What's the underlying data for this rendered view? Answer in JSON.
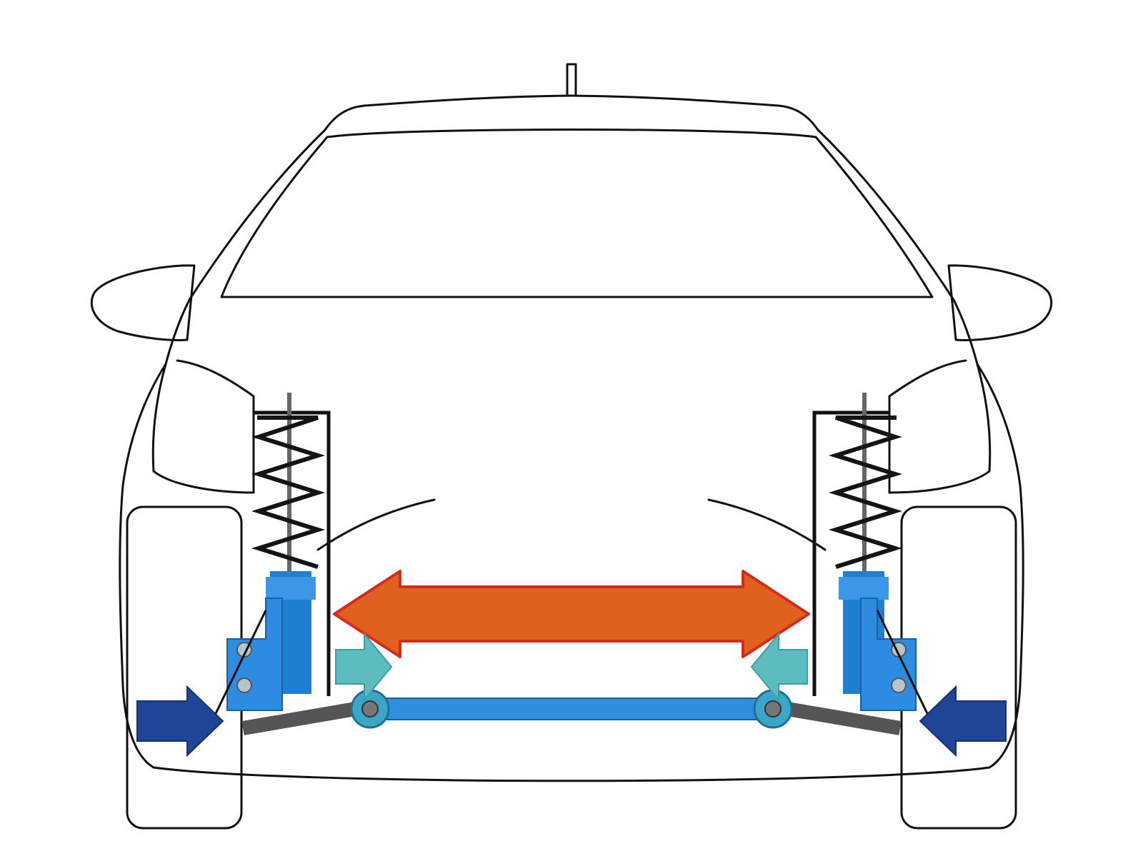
{
  "colors": {
    "background": "#ffffff",
    "outline": "#111111",
    "spring": "#141414",
    "damper_blue": "#1f7fd1",
    "damper_dark": "#1560a8",
    "bracket_blue": "#2d8be0",
    "bar_blue": "#2f8fdc",
    "bar_edge": "#17609f",
    "arm_gray": "#555555",
    "bushing_teal": "#3aa6c8",
    "arrow_orange": "#e0601e",
    "arrow_orange_edge": "#d32c1c",
    "arrow_teal": "#5dbcc0",
    "arrow_navy": "#1f4597"
  },
  "icons": {
    "load_arrow": "double-headed-arrow",
    "wheel_force": "arrow-right",
    "bar_force": "arrow-right"
  }
}
